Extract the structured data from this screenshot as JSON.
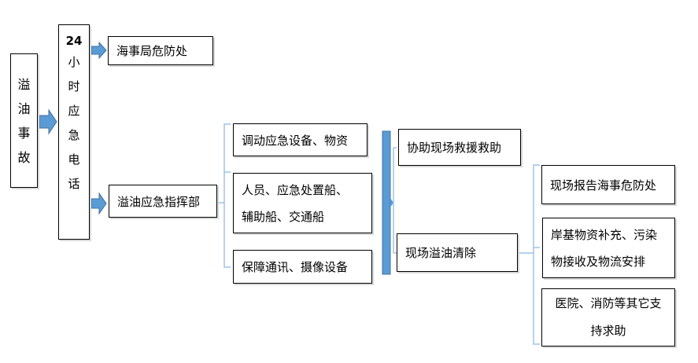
{
  "nodes": {
    "spill_incident": "溢油事故",
    "hotline_num": "24",
    "hotline_rest": "小时应急电话",
    "msa_hazard_office": "海事局危防处",
    "spill_command": "溢油应急指挥部",
    "dispatch_equipment": "调动应急设备、物资",
    "personnel_line1": "人员、应急处置船、",
    "personnel_line2": "辅助船、交通船",
    "comms_camera": "保障通讯、摄像设备",
    "assist_rescue": "协助现场救援救助",
    "onsite_cleanup": "现场溢油清除",
    "report_msa": "现场报告海事危防处",
    "shore_line1": "岸基物资补充、污染",
    "shore_line2": "物接收及物流安排",
    "medical_line1": "医院、消防等其它支",
    "medical_line2": "持求助"
  },
  "colors": {
    "arrow_fill": "#5b9bd5",
    "arrow_stroke": "#41719c",
    "bracket": "#9dc3e6",
    "bar": "#5b9bd5"
  }
}
